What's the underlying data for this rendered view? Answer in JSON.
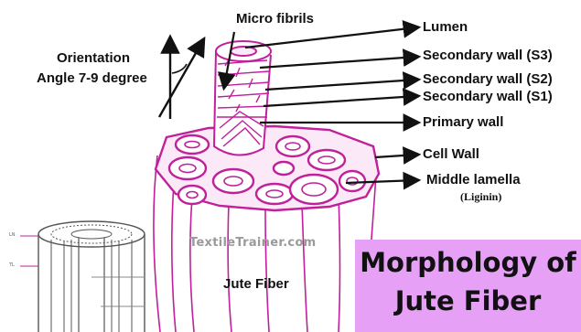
{
  "labels": {
    "micro_fibrils": "Micro fibrils",
    "orientation_line1": "Orientation",
    "orientation_line2": "Angle 7-9 degree",
    "lumen": "Lumen",
    "s3": "Secondary wall (S3)",
    "s2": "Secondary wall (S2)",
    "s1": "Secondary wall (S1)",
    "primary_wall": "Primary wall",
    "cell_wall": "Cell Wall",
    "middle_lamella": "Middle lamella",
    "liginin": "(Liginin)",
    "jute_fiber": "Jute Fiber"
  },
  "watermark": "TextileTrainer.com",
  "title": {
    "line1": "Morphology of",
    "line2": "Jute Fiber"
  },
  "inset_labels": [
    "LN",
    "TL"
  ],
  "colors": {
    "sketch": "#c0209a",
    "title_bg": "#e6a0f5",
    "arrow": "#111111"
  }
}
